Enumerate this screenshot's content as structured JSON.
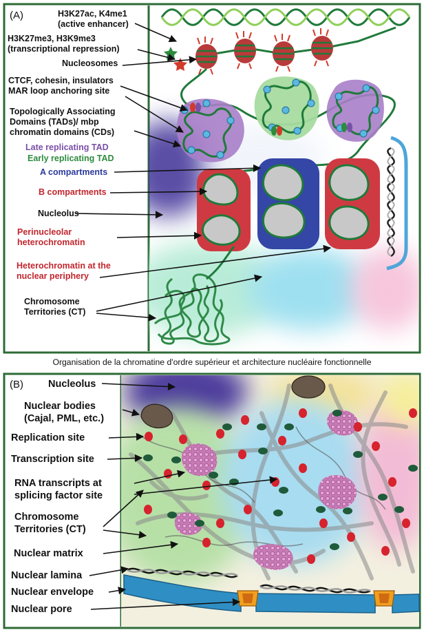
{
  "panel_a": {
    "tag": "(A)",
    "labels": {
      "enhancer_1": "H3K27ac, K4me1",
      "enhancer_2": "(active enhancer)",
      "repression_1": "H3K27me3, H3K9me3",
      "repression_2": "(transcriptional repression)",
      "nucleosomes": "Nucleosomes",
      "ctcf_1": "CTCF, cohesin, insulators",
      "ctcf_2": "MAR loop anchoring site",
      "tad_1": "Topologically Associating",
      "tad_2": "Domains (TADs)/ mbp",
      "tad_3": "chromatin domains (CDs)",
      "late_tad": "Late replicating TAD",
      "early_tad": "Early replicating TAD",
      "a_compartments": "A compartments",
      "b_compartments": "B compartments",
      "nucleolus": "Nucleolus",
      "perinucleolar_1": "Perinucleolar",
      "perinucleolar_2": "heterochromatin",
      "periphery_1": "Heterochromatin at the",
      "periphery_2": "nuclear periphery",
      "ct_1": "Chromosome",
      "ct_2": "Territories (CT)"
    }
  },
  "caption": "Organisation de la chromatine d'ordre supérieur et architecture nucléaire fonctionnelle",
  "panel_b": {
    "tag": "(B)",
    "labels": {
      "nucleolus": "Nucleolus",
      "bodies_1": "Nuclear bodies",
      "bodies_2": "(Cajal, PML, etc.)",
      "replication": "Replication site",
      "transcription": "Transcription site",
      "rna_1": "RNA transcripts at",
      "rna_2": "splicing factor site",
      "ct_1": "Chromosome",
      "ct_2": "Territories (CT)",
      "matrix": "Nuclear matrix",
      "lamina": "Nuclear lamina",
      "envelope": "Nuclear envelope",
      "pore": "Nuclear pore"
    }
  },
  "colors": {
    "frame": "#2d6b36",
    "chromatin": "#1f7a3a",
    "late_tad": "#7a4fa8",
    "early_tad": "#2e8b3e",
    "a_comp": "#2a3a9a",
    "b_comp": "#c2262e",
    "perinucleolar": "#c2262e",
    "ctcf": "#5bb8e0"
  }
}
